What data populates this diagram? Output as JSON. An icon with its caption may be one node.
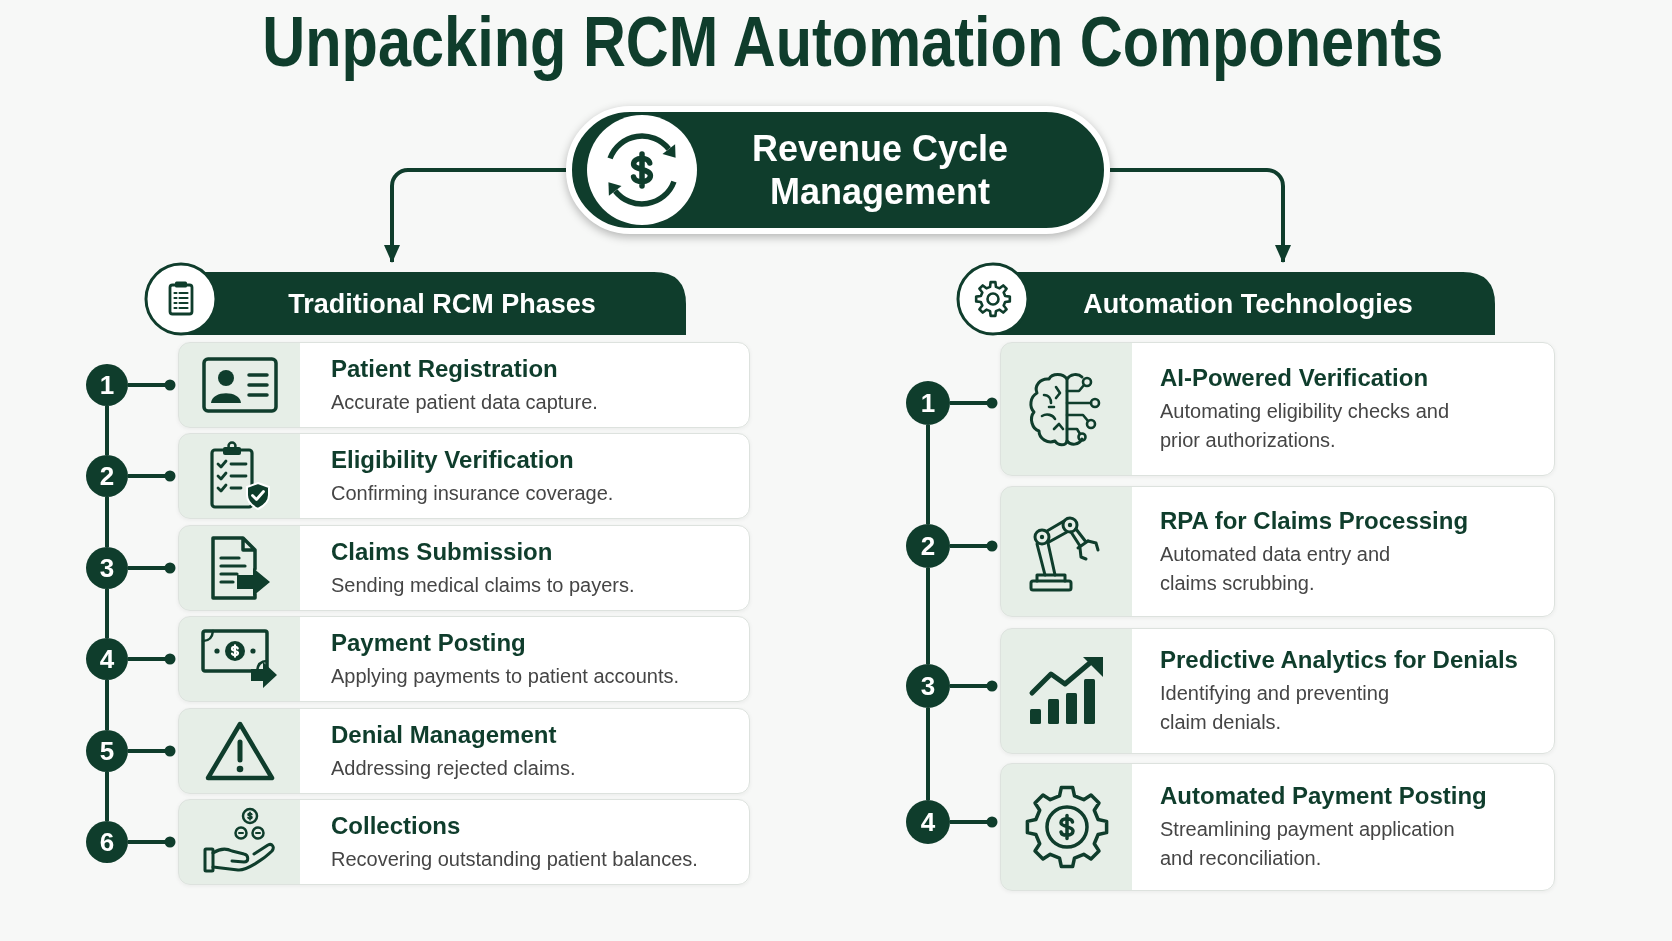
{
  "diagram": {
    "title": "Unpacking RCM Automation Components",
    "nodes": [
      {
        "text": [
          "Revenue Cycle Management"
        ]
      },
      {
        "text": [
          "Traditional RCM Phases"
        ]
      },
      {
        "text": [
          "1"
        ]
      },
      {
        "text": [
          "Patient Registration",
          "Accurate patient data capture."
        ]
      },
      {
        "text": [
          "2"
        ]
      },
      {
        "text": [
          "Eligibility Verification",
          "Confirming insurance coverage."
        ]
      },
      {
        "text": [
          "3"
        ]
      },
      {
        "text": [
          "Claims Submission",
          "Sending medical claims to payers."
        ]
      },
      {
        "text": [
          "4"
        ]
      },
      {
        "text": [
          "Payment Posting",
          "Applying payments to patient accounts."
        ]
      },
      {
        "text": [
          "5"
        ]
      },
      {
        "text": [
          "Denial Management",
          "Addressing rejected claims."
        ]
      },
      {
        "text": [
          "6"
        ]
      },
      {
        "text": [
          "Collections",
          "Recovering outstanding patient balances."
        ]
      },
      {
        "text": [
          "Automation Technologies"
        ]
      },
      {
        "text": [
          "1"
        ]
      },
      {
        "text": [
          "AI-Powered Verification",
          "Automating eligibility checks and prior authorizations."
        ]
      },
      {
        "text": [
          "2"
        ]
      },
      {
        "text": [
          "RPA for Claims Processing",
          "Automated data entry and claims scrubbing."
        ]
      },
      {
        "text": [
          "3"
        ]
      },
      {
        "text": [
          "Predictive Analytics for Denials",
          "Identifying and preventing claim denials."
        ]
      },
      {
        "text": [
          "4"
        ]
      },
      {
        "text": [
          "Automated Payment Posting",
          "Streamlining payment application and reconciliation."
        ]
      }
    ],
    "edges": [
      {
        "from": 0,
        "to": 1,
        "arrow": "to"
      },
      {
        "from": 0,
        "to": 14,
        "arrow": "to"
      },
      {
        "from": 2,
        "to": 3,
        "arrow": "other"
      },
      {
        "from": 4,
        "to": 5,
        "arrow": "other"
      },
      {
        "from": 6,
        "to": 7,
        "arrow": "other"
      },
      {
        "from": 8,
        "to": 9,
        "arrow": "other"
      },
      {
        "from": 10,
        "to": 11,
        "arrow": "other"
      },
      {
        "from": 12,
        "to": 13,
        "arrow": "other"
      },
      {
        "from": 2,
        "to": 4,
        "arrow": "none"
      },
      {
        "from": 4,
        "to": 6,
        "arrow": "none"
      },
      {
        "from": 6,
        "to": 8,
        "arrow": "none"
      },
      {
        "from": 8,
        "to": 10,
        "arrow": "none"
      },
      {
        "from": 10,
        "to": 12,
        "arrow": "none"
      },
      {
        "from": 15,
        "to": 16,
        "arrow": "other"
      },
      {
        "from": 17,
        "to": 18,
        "arrow": "other"
      },
      {
        "from": 19,
        "to": 20,
        "arrow": "other"
      },
      {
        "from": 21,
        "to": 22,
        "arrow": "other"
      },
      {
        "from": 15,
        "to": 17,
        "arrow": "none"
      },
      {
        "from": 17,
        "to": 19,
        "arrow": "none"
      },
      {
        "from": 19,
        "to": 21,
        "arrow": "none"
      }
    ]
  }
}
